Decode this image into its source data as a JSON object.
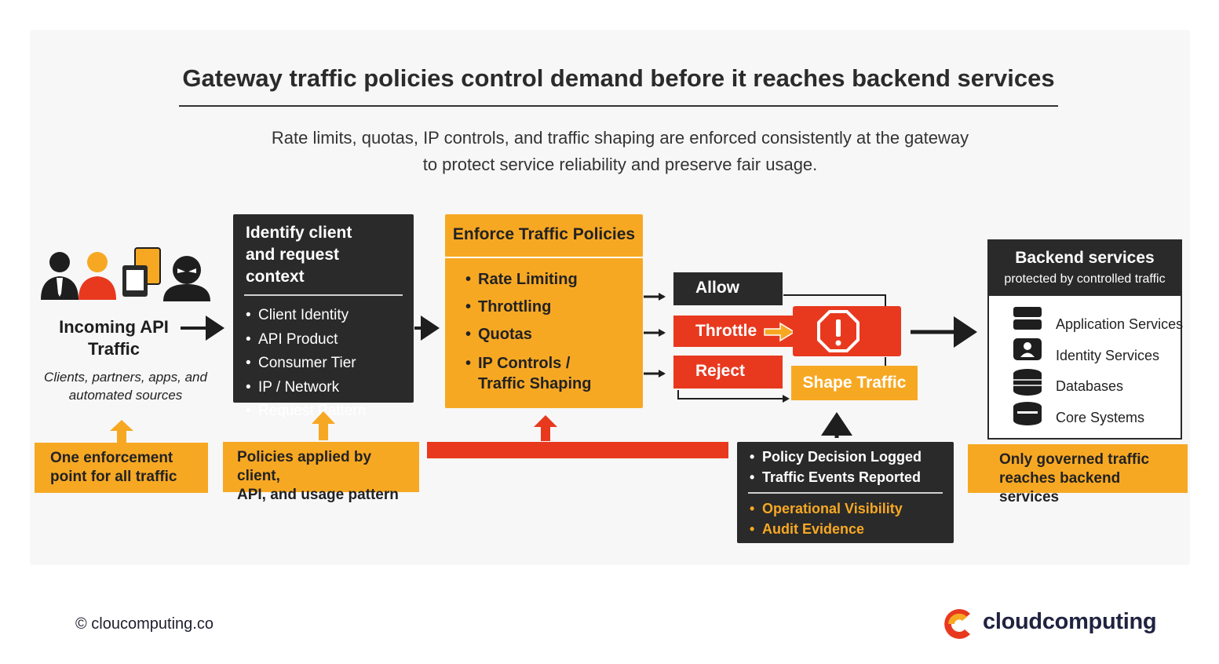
{
  "title": "Gateway traffic policies control demand before it reaches backend services",
  "subtitle": [
    "Rate limits, quotas, IP controls, and traffic shaping are enforced consistently at the gateway",
    "to protect service reliability and preserve fair usage."
  ],
  "incoming": {
    "title_line1": "Incoming API",
    "title_line2": "Traffic",
    "desc_line1": "Clients, partners, apps, and",
    "desc_line2": "automated sources"
  },
  "identify": {
    "title_line1": "Identify client",
    "title_line2": "and request context",
    "items": [
      "Client Identity",
      "API Product",
      "Consumer Tier",
      "IP / Network",
      "Request Pattern"
    ]
  },
  "enforce": {
    "title": "Enforce Traffic Policies",
    "items": [
      "Rate Limiting",
      "Throttling",
      "Quotas",
      "IP Controls /",
      "Traffic Shaping"
    ]
  },
  "outcomes": {
    "allow": "Allow",
    "throttle": "Throttle",
    "reject": "Reject",
    "shape": "Shape Traffic"
  },
  "backend": {
    "title": "Backend services",
    "subtitle": "protected by controlled traffic",
    "items": [
      "Application Services",
      "Identity Services",
      "Databases",
      "Core Systems"
    ]
  },
  "notes": {
    "enforcement_line1": "One enforcement",
    "enforcement_line2": "point for all traffic",
    "policies_line1": "Policies applied by client,",
    "policies_line2": "API, and usage pattern",
    "governed_line1": "Only governed traffic",
    "governed_line2": "reaches backend services"
  },
  "logging": {
    "items": [
      "Policy Decision Logged",
      "Traffic Events Reported"
    ],
    "highlight_items": [
      "Operational Visibility",
      "Audit Evidence"
    ]
  },
  "footer": {
    "copyright": "© cloucomputing.co",
    "brand": "cloudcomputing"
  },
  "colors": {
    "orange": "#f7a823",
    "red": "#e8391f",
    "dark": "#2a2a2a"
  }
}
